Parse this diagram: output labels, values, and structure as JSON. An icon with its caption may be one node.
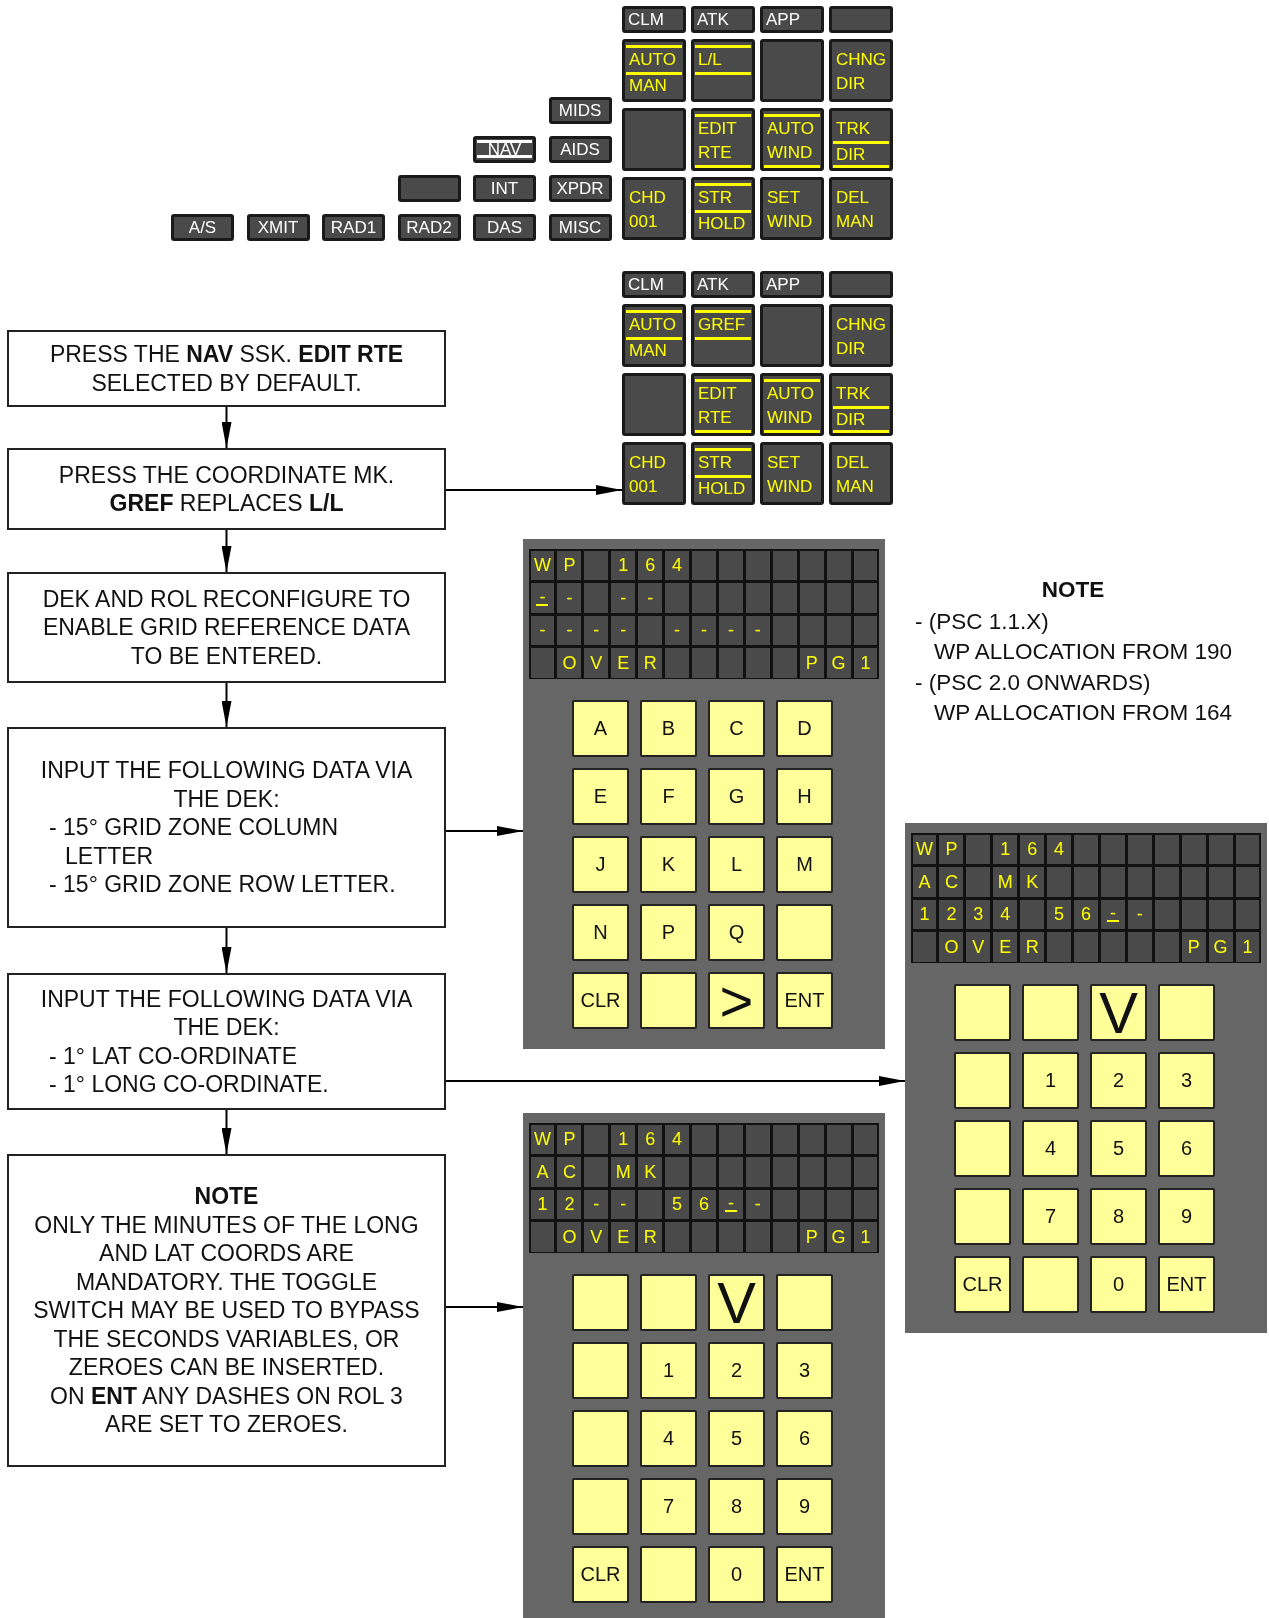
{
  "diagram": {
    "nodes": [
      {
        "text": [
          "CLM"
        ]
      },
      {
        "text": [
          "ATK"
        ]
      },
      {
        "text": [
          "APP"
        ]
      },
      {
        "text": [],
        "shape": "box"
      },
      {
        "text": [
          "AUTO",
          "MAN"
        ]
      },
      {
        "text": [
          "L/L"
        ]
      },
      {
        "text": [],
        "shape": "box"
      },
      {
        "text": [
          "CHNG DIR"
        ]
      },
      {
        "text": [],
        "shape": "box"
      },
      {
        "text": [
          "EDIT RTE"
        ]
      },
      {
        "text": [
          "AUTO WIND"
        ]
      },
      {
        "text": [
          "TRK",
          "DIR"
        ]
      },
      {
        "text": [
          "CHD 001"
        ]
      },
      {
        "text": [
          "STR",
          "HOLD"
        ]
      },
      {
        "text": [
          "SET WIND"
        ]
      },
      {
        "text": [
          "DEL MAN"
        ]
      },
      {
        "text": [
          "MIDS"
        ]
      },
      {
        "text": [
          "NAV"
        ]
      },
      {
        "text": [
          "AIDS"
        ]
      },
      {
        "text": [],
        "shape": "box"
      },
      {
        "text": [
          "INT"
        ]
      },
      {
        "text": [
          "XPDR"
        ]
      },
      {
        "text": [
          "A/S"
        ]
      },
      {
        "text": [
          "XMIT"
        ]
      },
      {
        "text": [
          "RAD1"
        ]
      },
      {
        "text": [
          "RAD2"
        ]
      },
      {
        "text": [
          "DAS"
        ]
      },
      {
        "text": [
          "MISC"
        ]
      },
      {
        "text": [
          "CLM"
        ]
      },
      {
        "text": [
          "ATK"
        ]
      },
      {
        "text": [
          "APP"
        ]
      },
      {
        "text": [],
        "shape": "box"
      },
      {
        "text": [
          "AUTO",
          "MAN"
        ]
      },
      {
        "text": [
          "GREF"
        ]
      },
      {
        "text": [],
        "shape": "box"
      },
      {
        "text": [
          "CHNG DIR"
        ]
      },
      {
        "text": [],
        "shape": "box"
      },
      {
        "text": [
          "EDIT RTE"
        ]
      },
      {
        "text": [
          "AUTO WIND"
        ]
      },
      {
        "text": [
          "TRK",
          "DIR"
        ]
      },
      {
        "text": [
          "CHD 001"
        ]
      },
      {
        "text": [
          "STR",
          "HOLD"
        ]
      },
      {
        "text": [
          "SET WIND"
        ]
      },
      {
        "text": [
          "DEL MAN"
        ]
      },
      {
        "text": [
          "PRESS THE **NAV** SSK. **EDIT RTE** SELECTED BY DEFAULT."
        ]
      },
      {
        "text": [
          "PRESS THE COORDINATE MK.",
          "**GREF** REPLACES **L/L**"
        ]
      },
      {
        "text": [
          "DEK AND ROL RECONFIGURE TO ENABLE GRID REFERENCE DATA TO BE ENTERED."
        ]
      },
      {
        "text": [
          "INPUT THE FOLLOWING DATA VIA THE DEK:",
          "- 15° GRID ZONE COLUMN LETTER",
          "- 15° GRID ZONE ROW LETTER."
        ]
      },
      {
        "text": [
          "INPUT THE FOLLOWING DATA VIA THE DEK:",
          "- 1° LAT CO-ORDINATE",
          "- 1° LONG CO-ORDINATE."
        ]
      },
      {
        "text": [
          "NOTE",
          "ONLY THE MINUTES OF THE LONG AND LAT COORDS ARE MANDATORY. THE TOGGLE SWITCH MAY BE USED TO BYPASS THE SECONDS VARIABLES, OR ZEROES CAN BE INSERTED.",
          "ON **ENT** ANY DASHES ON ROL 3 ARE SET TO ZEROES."
        ]
      },
      {
        "text": [],
        "shape": "box"
      },
      {
        "text": [
          "A"
        ],
        "in": 50
      },
      {
        "text": [
          "B"
        ],
        "in": 50
      },
      {
        "text": [
          "C"
        ],
        "in": 50
      },
      {
        "text": [
          "D"
        ],
        "in": 50
      },
      {
        "text": [
          "E"
        ],
        "in": 50
      },
      {
        "text": [
          "F"
        ],
        "in": 50
      },
      {
        "text": [
          "G"
        ],
        "in": 50
      },
      {
        "text": [
          "H"
        ],
        "in": 50
      },
      {
        "text": [
          "J"
        ],
        "in": 50
      },
      {
        "text": [
          "K"
        ],
        "in": 50
      },
      {
        "text": [
          "L"
        ],
        "in": 50
      },
      {
        "text": [
          "M"
        ],
        "in": 50
      },
      {
        "text": [
          "N"
        ],
        "in": 50
      },
      {
        "text": [
          "P"
        ],
        "in": 50
      },
      {
        "text": [
          "Q"
        ],
        "in": 50
      },
      {
        "text": [],
        "shape": "box",
        "in": 50
      },
      {
        "text": [
          "CLR"
        ],
        "in": 50
      },
      {
        "text": [],
        "shape": "box",
        "in": 50
      },
      {
        "text": [
          ">"
        ],
        "in": 50
      },
      {
        "text": [
          "ENT"
        ],
        "in": 50
      },
      {
        "text": [],
        "shape": "box"
      },
      {
        "text": [],
        "shape": "box",
        "in": 71
      },
      {
        "text": [],
        "shape": "box",
        "in": 71
      },
      {
        "text": [
          "V"
        ],
        "in": 71
      },
      {
        "text": [],
        "shape": "box",
        "in": 71
      },
      {
        "text": [],
        "shape": "box",
        "in": 71
      },
      {
        "text": [
          "1"
        ],
        "in": 71
      },
      {
        "text": [
          "2"
        ],
        "in": 71
      },
      {
        "text": [
          "3"
        ],
        "in": 71
      },
      {
        "text": [],
        "shape": "box",
        "in": 71
      },
      {
        "text": [
          "4"
        ],
        "in": 71
      },
      {
        "text": [
          "5"
        ],
        "in": 71
      },
      {
        "text": [
          "6"
        ],
        "in": 71
      },
      {
        "text": [],
        "shape": "box",
        "in": 71
      },
      {
        "text": [
          "7"
        ],
        "in": 71
      },
      {
        "text": [
          "8"
        ],
        "in": 71
      },
      {
        "text": [
          "9"
        ],
        "in": 71
      },
      {
        "text": [
          "CLR"
        ],
        "in": 71
      },
      {
        "text": [],
        "shape": "box",
        "in": 71
      },
      {
        "text": [
          "0"
        ],
        "in": 71
      },
      {
        "text": [
          "ENT"
        ],
        "in": 71
      },
      {
        "text": [],
        "shape": "box"
      },
      {
        "text": [],
        "shape": "box",
        "in": 92
      },
      {
        "text": [],
        "shape": "box",
        "in": 92
      },
      {
        "text": [
          "V"
        ],
        "in": 92
      },
      {
        "text": [],
        "shape": "box",
        "in": 92
      },
      {
        "text": [],
        "shape": "box",
        "in": 92
      },
      {
        "text": [
          "1"
        ],
        "in": 92
      },
      {
        "text": [
          "2"
        ],
        "in": 92
      },
      {
        "text": [
          "3"
        ],
        "in": 92
      },
      {
        "text": [],
        "shape": "box",
        "in": 92
      },
      {
        "text": [
          "4"
        ],
        "in": 92
      },
      {
        "text": [
          "5"
        ],
        "in": 92
      },
      {
        "text": [
          "6"
        ],
        "in": 92
      },
      {
        "text": [],
        "shape": "box",
        "in": 92
      },
      {
        "text": [
          "7"
        ],
        "in": 92
      },
      {
        "text": [
          "8"
        ],
        "in": 92
      },
      {
        "text": [
          "9"
        ],
        "in": 92
      },
      {
        "text": [
          "CLR"
        ],
        "in": 92
      },
      {
        "text": [],
        "shape": "box",
        "in": 92
      },
      {
        "text": [
          "0"
        ],
        "in": 92
      },
      {
        "text": [
          "ENT"
        ],
        "in": 92
      }
    ],
    "edges": [
      {
        "from": 44,
        "to": 45,
        "arrow": "to"
      },
      {
        "from": 45,
        "to": 46,
        "arrow": "to"
      },
      {
        "from": 46,
        "to": 47,
        "arrow": "to"
      },
      {
        "from": 47,
        "to": 48,
        "arrow": "to"
      },
      {
        "from": 48,
        "to": 49,
        "arrow": "to"
      },
      {
        "from": 45,
        "to": 40,
        "arrow": "to"
      },
      {
        "from": 47,
        "to": 50,
        "arrow": "to"
      },
      {
        "from": 48,
        "to": 71,
        "arrow": "to"
      },
      {
        "from": 49,
        "to": 92,
        "arrow": "to"
      }
    ],
    "labels": [
      "NOTE",
      "- (PSC 1.1.X)",
      "WP ALLOCATION FROM 190",
      "- (PSC 2.0 ONWARDS)",
      "WP ALLOCATION FROM 164",
      "W",
      "P",
      "1",
      "6",
      "4",
      "-",
      "-",
      "-",
      "-",
      "-",
      "-",
      "-",
      "-",
      "-",
      "-",
      "-",
      "-",
      "O",
      "V",
      "E",
      "R",
      "P",
      "G",
      "1",
      "W",
      "P",
      "1",
      "6",
      "4",
      "A",
      "C",
      "M",
      "K",
      "1",
      "2",
      "3",
      "4",
      "5",
      "6",
      "-",
      "-",
      "O",
      "V",
      "E",
      "R",
      "P",
      "G",
      "1",
      "W",
      "P",
      "1",
      "6",
      "4",
      "A",
      "C",
      "M",
      "K",
      "1",
      "2",
      "-",
      "-",
      "5",
      "6",
      "-",
      "-",
      "O",
      "V",
      "E",
      "R",
      "P",
      "G",
      "1"
    ]
  }
}
